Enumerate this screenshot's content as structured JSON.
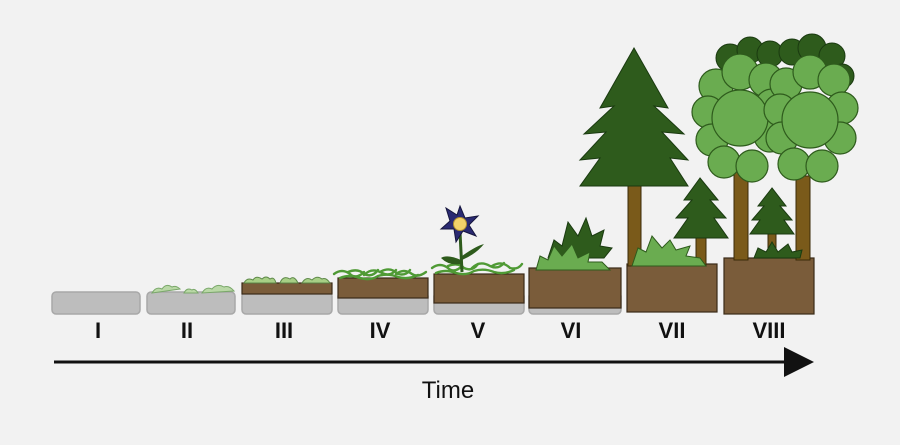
{
  "stages": [
    {
      "label": "I"
    },
    {
      "label": "II"
    },
    {
      "label": "III"
    },
    {
      "label": "IV"
    },
    {
      "label": "V"
    },
    {
      "label": "VI"
    },
    {
      "label": "VII"
    },
    {
      "label": "VIII"
    }
  ],
  "axis": {
    "label": "Time"
  },
  "colors": {
    "background": "#f2f2f2",
    "rock": "#bdbdbd",
    "soil": "#7a5c3a",
    "lichen": "#b9d8a6",
    "moss": "#a7cf86",
    "grass": "#4f9a35",
    "shrub": "#6aac50",
    "conifer": "#2e5b1c",
    "broadleaf": "#6aac50",
    "trunk": "#7a5a1a",
    "flower_petal": "#2a2a72",
    "flower_center": "#f2d26a"
  }
}
